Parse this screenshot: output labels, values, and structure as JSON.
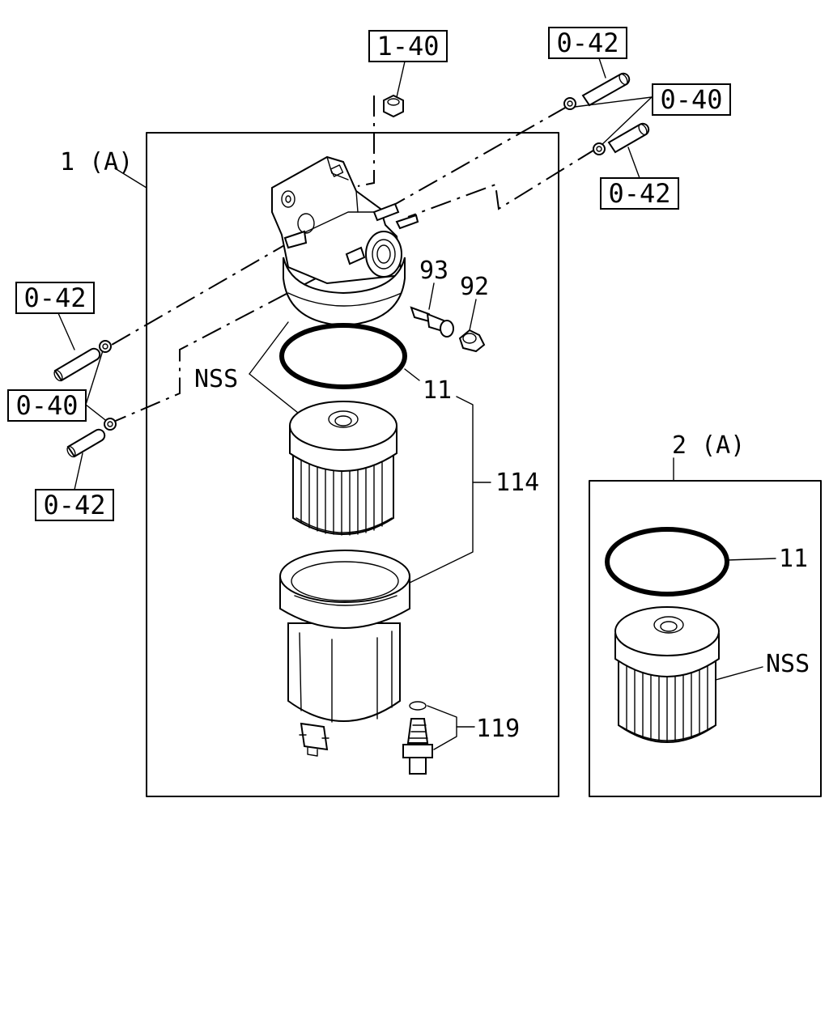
{
  "references": {
    "r_1_40": "1-40",
    "r_0_42_top": "0-42",
    "r_0_40_top": "0-40",
    "r_0_42_right": "0-42",
    "r_0_42_left": "0-42",
    "r_0_40_left": "0-40",
    "r_0_42_bottom": "0-42"
  },
  "assembly_1": {
    "label": "1 (A)",
    "parts": {
      "p93": "93",
      "p92": "92",
      "nss": "NSS",
      "p11": "11",
      "p114": "114",
      "p119": "119"
    }
  },
  "assembly_2": {
    "label": "2 (A)",
    "parts": {
      "p11": "11",
      "nss": "NSS"
    }
  }
}
